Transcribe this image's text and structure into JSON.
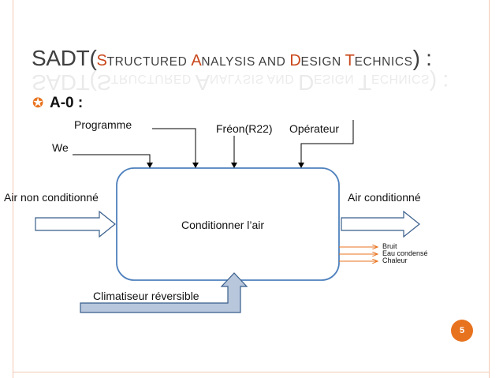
{
  "slide": {
    "title_main": "SADT(",
    "title_s": "S",
    "title_s_rest": "TRUCTURED ",
    "title_a": "A",
    "title_a_rest": "NALYSIS AND ",
    "title_d": "D",
    "title_d_rest": "ESIGN ",
    "title_t": "T",
    "title_t_rest": "ECHNICS",
    "title_end": ") :",
    "bullet_glyph": "✪",
    "bullet_text": "A-0 :",
    "page_number": "5"
  },
  "diagram": {
    "box_label": "Conditionner l’air",
    "controls": {
      "we": "We",
      "programme": "Programme",
      "freon": "Fréon(R22)",
      "operateur": "Opérateur"
    },
    "input_label": "Air non conditionné",
    "output_label": "Air conditionné",
    "secondary_outputs": [
      "Bruit",
      "Eau condensé",
      "Chaleur"
    ],
    "mechanism_label": "Climatiseur réversible"
  },
  "colors": {
    "accent": "#e8731f",
    "title_accent": "#c9471b",
    "box_stroke": "#4f81bd",
    "arrow_stroke": "#385d8a",
    "input_arrow_fill": "#ffffff",
    "mechanism_fill": "#b8c7dc",
    "secondary_output_stroke": "#e8731f"
  }
}
